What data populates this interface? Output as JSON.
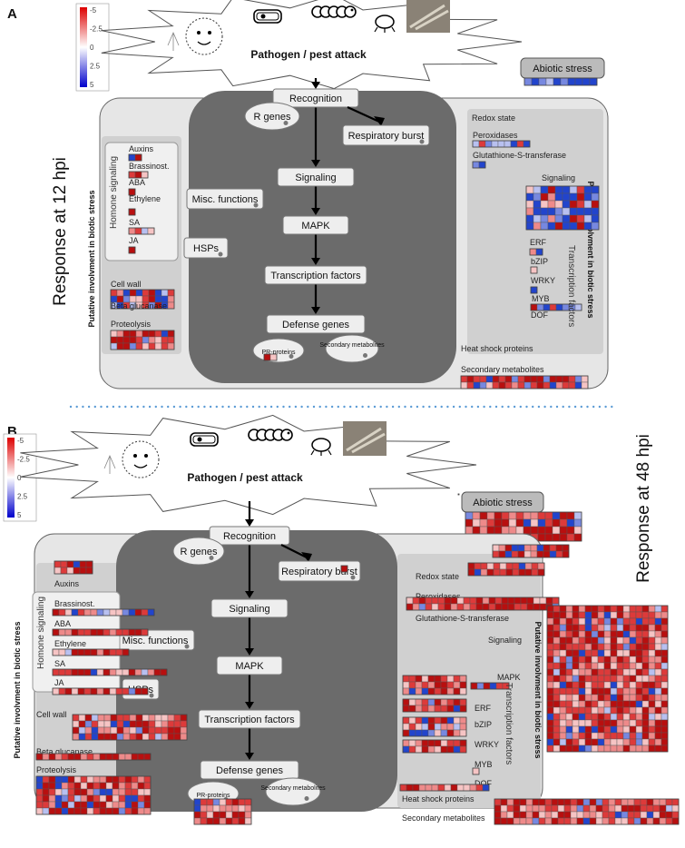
{
  "panels": [
    {
      "id": "A",
      "label": "A",
      "response_label": "Response at 12 hpi",
      "legend_ticks": [
        "-5",
        "-2.5",
        "0",
        "2.5",
        "5"
      ],
      "attack_label": "Pathogen / pest attack",
      "abiotic_label": "Abiotic stress",
      "left_vertical_label": "Putative involvment in biotic stress",
      "right_vertical_label": "Putative involvment in biotic stress",
      "hormone_label": "Homone signaling",
      "tf_label": "Transcription factors",
      "flow": [
        "Recognition",
        "Signaling",
        "MAPK",
        "Transcription factors",
        "Defense genes"
      ],
      "side_boxes": [
        "R genes",
        "Respiratory burst",
        "Misc. functions",
        "HSPs",
        "PR-proteins",
        "Secondary metabolites"
      ],
      "left_labels": [
        "Auxins",
        "Brassinost.",
        "ABA",
        "Ethylene",
        "SA",
        "JA",
        "Cell wall",
        "Beta glucanase",
        "Proteolysis"
      ],
      "right_labels": [
        "Redox state",
        "Peroxidases",
        "Glutathione-S-transferase",
        "Signaling",
        "ERF",
        "bZIP",
        "WRKY",
        "MYB",
        "DOF",
        "Heat shock proteins",
        "Secondary metabolites"
      ]
    },
    {
      "id": "B",
      "label": "B",
      "response_label": "Response at 48 hpi",
      "legend_ticks": [
        "-5",
        "-2.5",
        "0",
        "2.5",
        "5"
      ],
      "attack_label": "Pathogen / pest attack",
      "abiotic_label": "Abiotic stress",
      "left_vertical_label": "Putative involvment in biotic stress",
      "right_vertical_label": "Putative involvment in biotic stress",
      "hormone_label": "Homone signaling",
      "tf_label": "Transcription factors",
      "flow": [
        "Recognition",
        "Signaling",
        "MAPK",
        "Transcription factors",
        "Defense genes"
      ],
      "side_boxes": [
        "R genes",
        "Respiratory burst",
        "Misc. functions",
        "HSPs",
        "PR-proteins",
        "Secondary metabolites"
      ],
      "left_labels": [
        "Auxins",
        "Brassinost.",
        "ABA",
        "Ethylene",
        "SA",
        "JA",
        "Cell wall",
        "Beta glucanase",
        "Proteolysis"
      ],
      "right_labels": [
        "Redox state",
        "Peroxidases",
        "Glutathione-S-transferase",
        "Signaling",
        "MAPK",
        "ERF",
        "bZIP",
        "WRKY",
        "MYB",
        "DOF",
        "Heat shock proteins",
        "Secondary metabolites"
      ]
    }
  ],
  "colors": {
    "up": "#cc1111",
    "down": "#1133cc",
    "outer_box": "#e6e6e6",
    "inner_box": "#6b6b6b",
    "inner_panel": "#d0d0d0"
  }
}
